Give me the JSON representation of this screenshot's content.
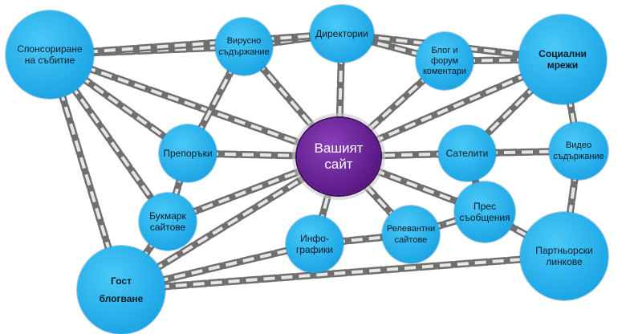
{
  "center": {
    "label": "Вашият\nсайт"
  },
  "nodes": [
    {
      "id": "sponsorship",
      "label": "Спонсориране\nна събитие"
    },
    {
      "id": "viral",
      "label": "Вирусно\nсъдържание"
    },
    {
      "id": "directories",
      "label": "Директории"
    },
    {
      "id": "blog-forum",
      "label": "Блог и\nфорум\nкоментари"
    },
    {
      "id": "social",
      "label": "Социални\nмрежи"
    },
    {
      "id": "recommendations",
      "label": "Препоръки"
    },
    {
      "id": "satellites",
      "label": "Сателити"
    },
    {
      "id": "video",
      "label": "Видео\nсъдържание"
    },
    {
      "id": "bookmark",
      "label": "Букмарк\nсайтове"
    },
    {
      "id": "infographics",
      "label": "Инфо-\nграфики"
    },
    {
      "id": "relevant",
      "label": "Релевантни\nсайтове"
    },
    {
      "id": "press",
      "label": "Прес\nсъобщения"
    },
    {
      "id": "partner",
      "label": "Партньорски\nлинкове"
    },
    {
      "id": "guest",
      "label": "Гост\nблогване"
    }
  ],
  "colors": {
    "node": "#1fa7e6",
    "center": "#5b1a86",
    "chain": "#9a9a9a"
  }
}
